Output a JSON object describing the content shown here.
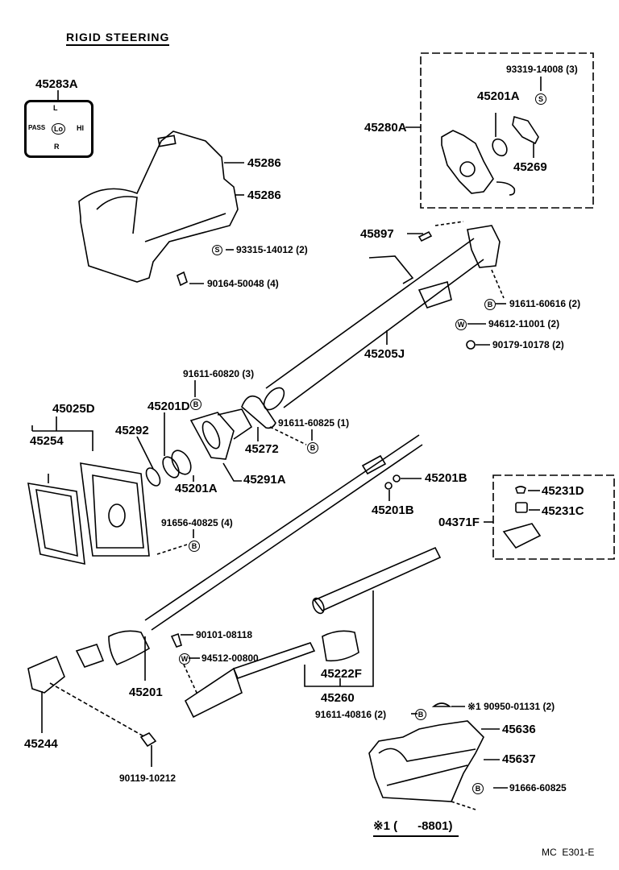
{
  "title": "RIGID STEERING",
  "switch_plate": {
    "label": "45283A",
    "up": "L",
    "left": "PASS",
    "center": "Lo",
    "right": "HI",
    "down": "R"
  },
  "symbols": {
    "S": "S",
    "B": "B",
    "W": "W"
  },
  "parts": {
    "p45286a": "45286",
    "p45286b": "45286",
    "p93315": "93315-14012 (2)",
    "p90164": "90164-50048 (4)",
    "p93319": "93319-14008 (3)",
    "p45201A_top": "45201A",
    "p45280A": "45280A",
    "p45269": "45269",
    "p45897": "45897",
    "p91611_60616": "91611-60616 (2)",
    "p94612": "94612-11001 (2)",
    "p90179": "90179-10178 (2)",
    "p45205J": "45205J",
    "p91611_60820": "91611-60820 (3)",
    "p45201D": "45201D",
    "p45025D": "45025D",
    "p45254": "45254",
    "p45292": "45292",
    "p91611_60825": "91611-60825 (1)",
    "p45272": "45272",
    "p45201A_mid": "45201A",
    "p45291A": "45291A",
    "p45201B_a": "45201B",
    "p45201B_b": "45201B",
    "p45231D": "45231D",
    "p45231C": "45231C",
    "p04371F": "04371F",
    "p91656": "91656-40825 (4)",
    "p90101": "90101-08118",
    "p94512": "94512-00800",
    "p45201": "45201",
    "p45222F": "45222F",
    "p45260": "45260",
    "p45244": "45244",
    "p90119": "90119-10212",
    "p91611_40816": "91611-40816 (2)",
    "p90950": "※1 90950-01131 (2)",
    "p45636": "45636",
    "p45637": "45637",
    "p91666": "91666-60825"
  },
  "footnote": "※1 (      -8801)",
  "page_code": "MC  E301-E"
}
